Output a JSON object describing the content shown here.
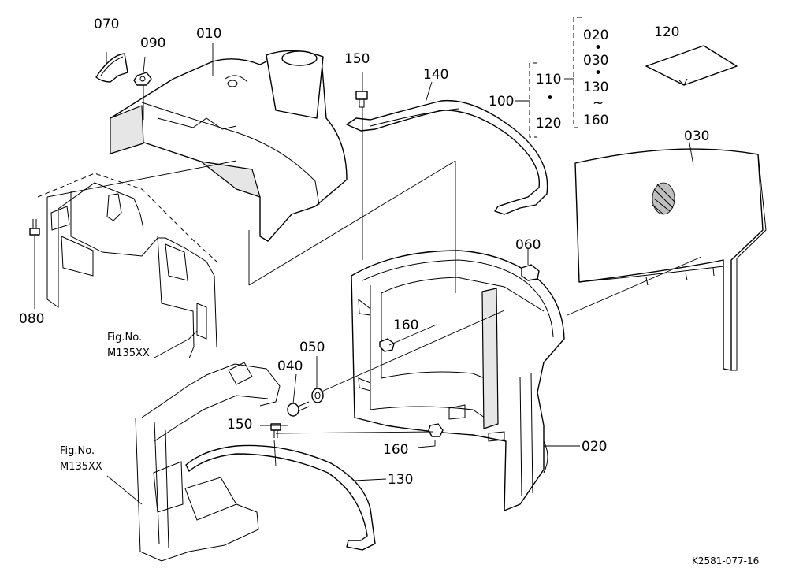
{
  "labels": {
    "p070": "070",
    "p090": "090",
    "p010": "010",
    "p150a": "150",
    "p140": "140",
    "p110": "110",
    "p100": "100",
    "p120a": "120",
    "p120b": "120",
    "p020a": "020",
    "p030a": "030",
    "p130a": "130",
    "p160a": "160",
    "p030b": "030",
    "p060": "060",
    "p080": "080",
    "p160b": "160",
    "p050": "050",
    "p040": "040",
    "p150b": "150",
    "p160c": "160",
    "p020b": "020",
    "p130b": "130"
  },
  "references": {
    "fig1_line1": "Fig.No.",
    "fig1_line2": "M135XX",
    "fig2_line1": "Fig.No.",
    "fig2_line2": "M135XX"
  },
  "group_marks": {
    "dot1": "•",
    "dot2": "•",
    "dot3": "•",
    "tilde": "~"
  },
  "drawing_code": "K2581-077-16"
}
